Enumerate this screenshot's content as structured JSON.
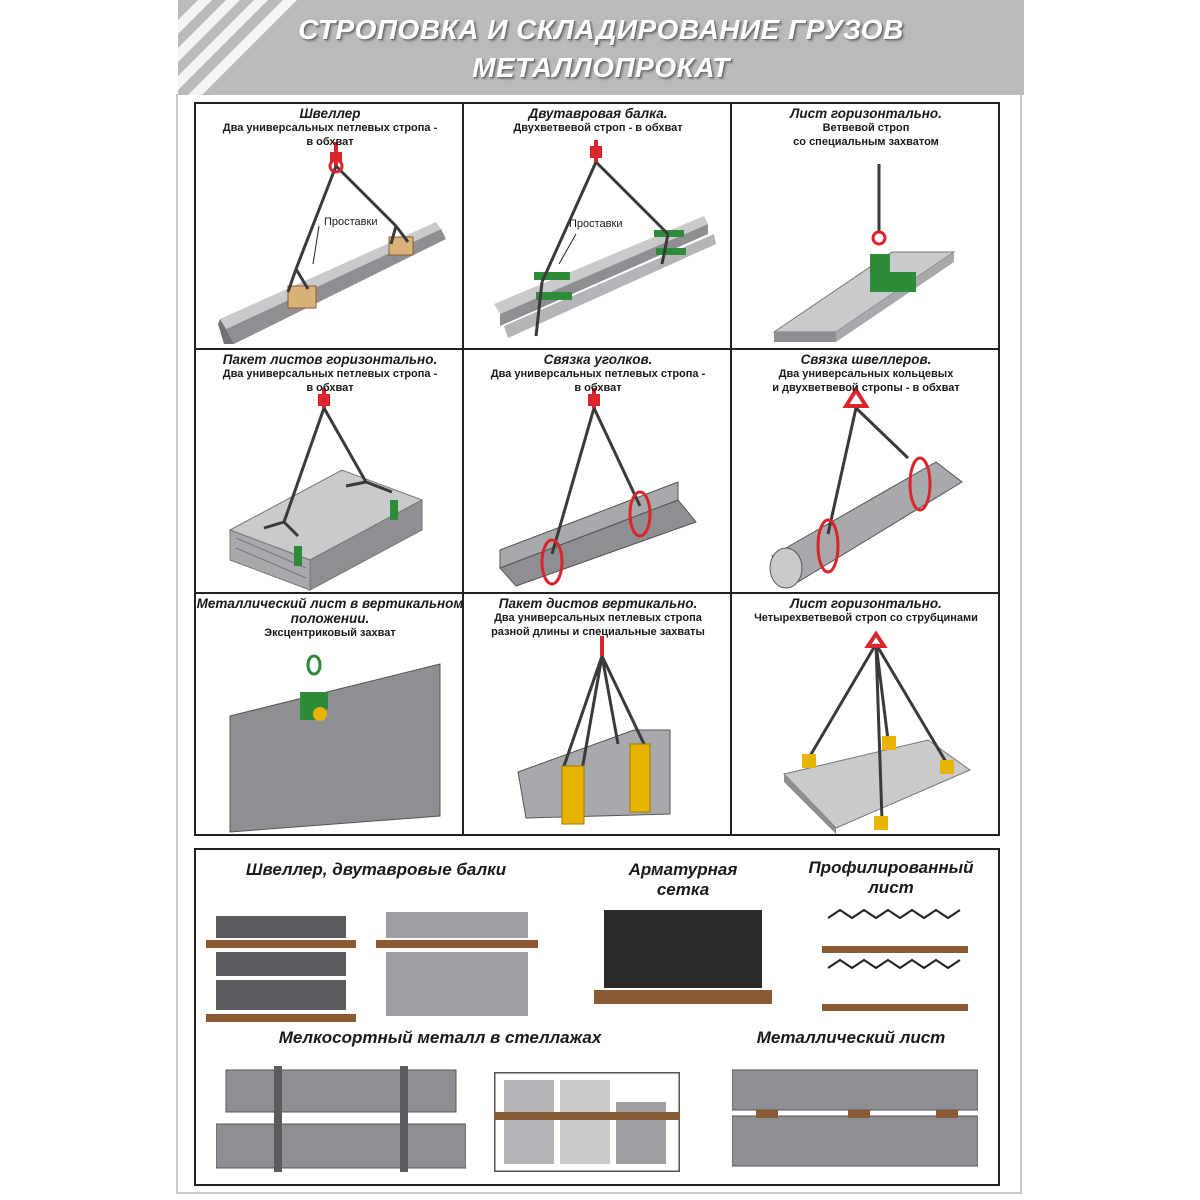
{
  "header": {
    "title_line1": "СТРОПОВКА И СКЛАДИРОВАНИЕ ГРУЗОВ",
    "title_line2": "МЕТАЛЛОПРОКАТ"
  },
  "cells": [
    {
      "title": "Швеллер",
      "subtitle": "Два универсальных петлевых стропа -\nв обхват",
      "callout": "Проставки"
    },
    {
      "title": "Двутавровая балка.",
      "subtitle": "Двухветвевой строп - в обхват",
      "callout": "Проставки"
    },
    {
      "title": "Лист горизонтально.",
      "subtitle": "Ветвевой строп\nсо специальным захватом"
    },
    {
      "title": "Пакет листов горизонтально.",
      "subtitle": "Два универсальных петлевых стропа -\nв обхват"
    },
    {
      "title": "Связка уголков.",
      "subtitle": "Два универсальных петлевых стропа -\nв обхват"
    },
    {
      "title": "Связка швеллеров.",
      "subtitle": "Два универсальных кольцевых\nи двухветвевой  стропы - в обхват"
    },
    {
      "title": "Металлический лист\nв вертикальном положении.",
      "subtitle": "Эксцентриковый захват"
    },
    {
      "title": "Пакет дистов вертикально.",
      "subtitle": "Два универсальных петлевых стропа\nразной длины и специальные захваты"
    },
    {
      "title": "Лист горизонтально.",
      "subtitle": "Четырехветвевой строп со струбцинами"
    }
  ],
  "storage": {
    "beams": "Швеллер, двутавровые балки",
    "mesh": "Арматурная\nсетка",
    "profiled": "Профилированный\nлист",
    "small_metal": "Мелкосортный металл в стеллажах",
    "sheet": "Металлический лист"
  },
  "colors": {
    "banner": "#b9babc",
    "sling": "#3a3a3a",
    "hook": "#d9262c",
    "clamp_green": "#2e8b3a",
    "clamp_yellow": "#e8b400",
    "wood": "#8a5a34",
    "steel": "#a7a9ac"
  }
}
